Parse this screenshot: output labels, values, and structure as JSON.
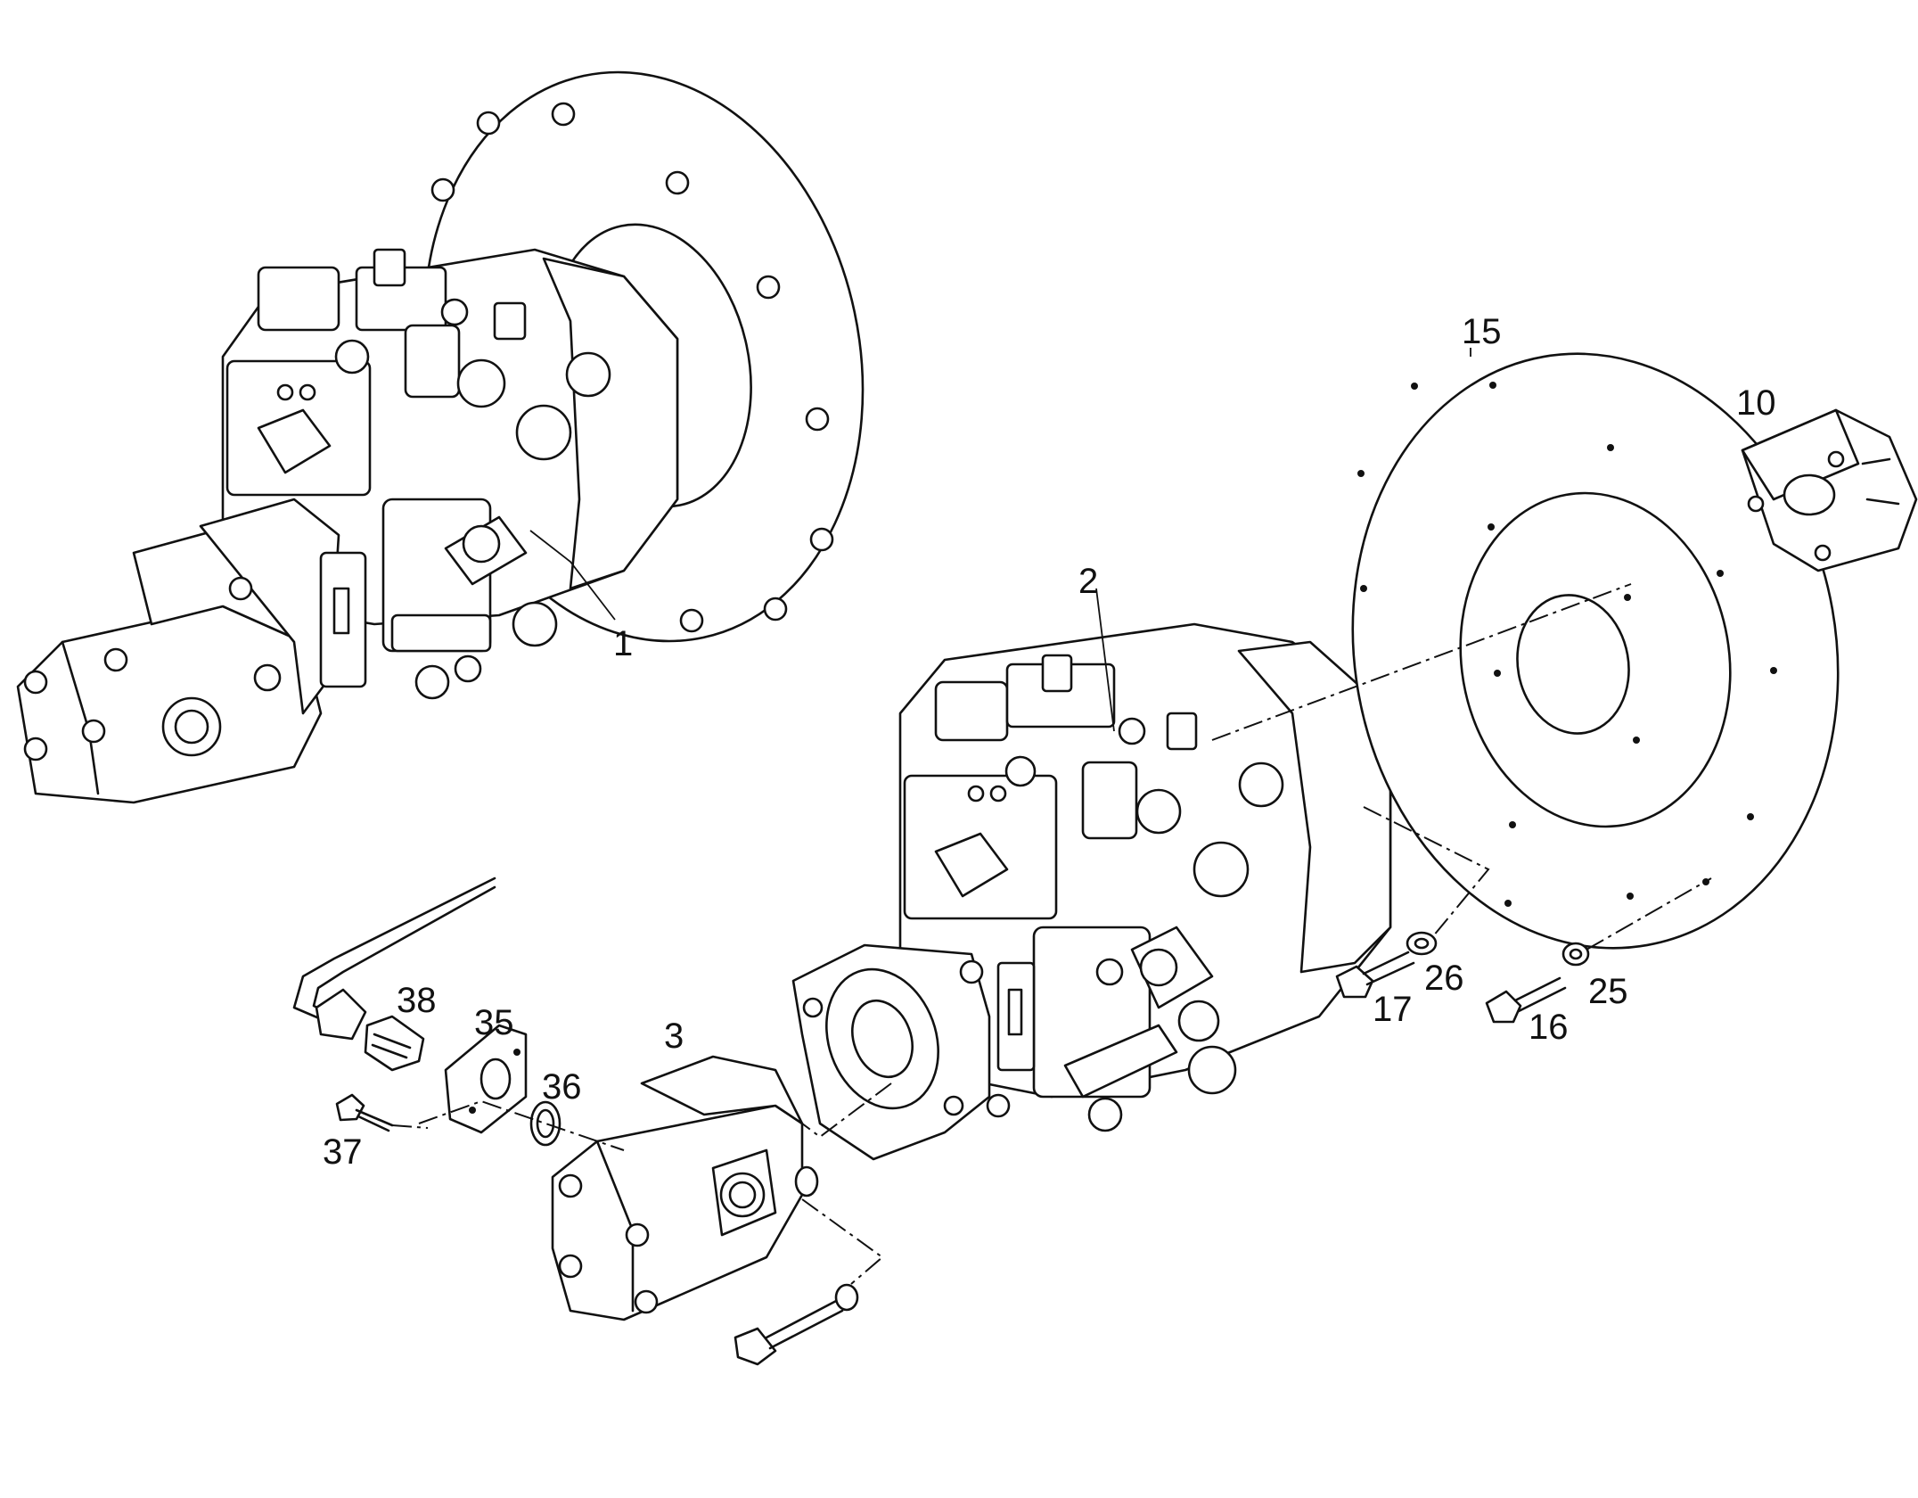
{
  "labels": {
    "p1": "1",
    "p2": "2",
    "p3": "3",
    "p10": "10",
    "p15": "15",
    "p16": "16",
    "p17": "17",
    "p25": "25",
    "p26": "26",
    "p35": "35",
    "p36": "36",
    "p37": "37",
    "p38": "38"
  },
  "colors": {
    "ink": "#111111",
    "paper": "#ffffff"
  }
}
